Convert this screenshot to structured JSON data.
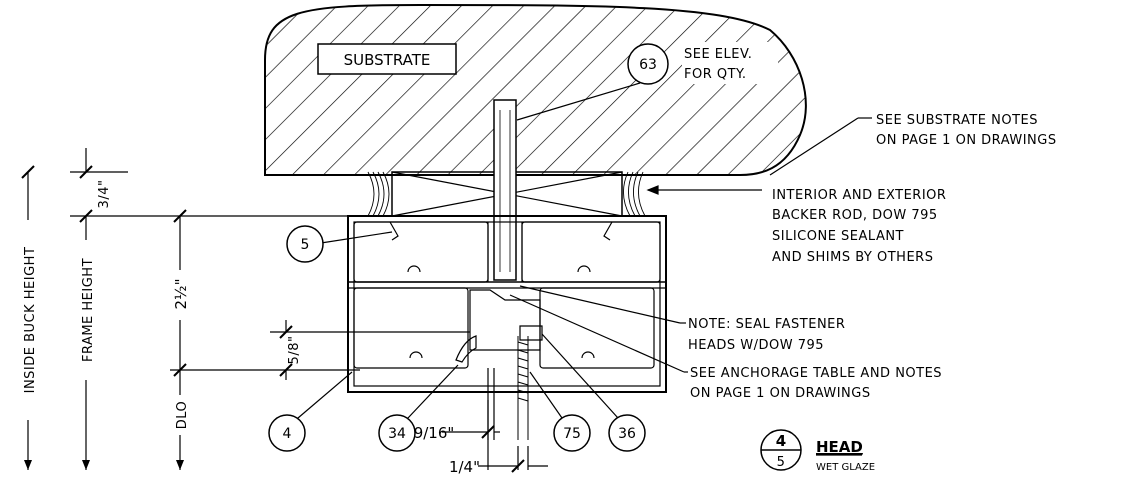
{
  "substrate": {
    "label": "SUBSTRATE",
    "elev_note_1": "SEE ELEV.",
    "elev_note_2": "FOR QTY."
  },
  "notes": {
    "substrate_notes": [
      "SEE SUBSTRATE NOTES",
      "ON PAGE 1 ON DRAWINGS"
    ],
    "sealant_notes": [
      "INTERIOR AND EXTERIOR",
      "BACKER ROD, DOW 795",
      "SILICONE SEALANT",
      "AND SHIMS BY OTHERS"
    ],
    "fastener_notes": [
      "NOTE: SEAL FASTENER",
      "HEADS W/DOW 795"
    ],
    "anchorage_notes": [
      "SEE ANCHORAGE TABLE AND NOTES",
      "ON PAGE 1 ON DRAWINGS"
    ]
  },
  "callouts": {
    "c63": "63",
    "c5": "5",
    "c4": "4",
    "c34": "34",
    "c75": "75",
    "c36": "36"
  },
  "dimensions": {
    "inside_buck_height": "INSIDE BUCK HEIGHT",
    "frame_height": "FRAME HEIGHT",
    "dlo": "DLO",
    "three_quarter": "3/4\"",
    "two_half": "2½\"",
    "five_eighth": "5/8\"",
    "nine_sixteenth": "9/16\"",
    "one_quarter": "1/4\""
  },
  "title_block": {
    "detail_number": "4",
    "sheet_number": "5",
    "title": "HEAD",
    "subtitle": "WET GLAZE"
  }
}
